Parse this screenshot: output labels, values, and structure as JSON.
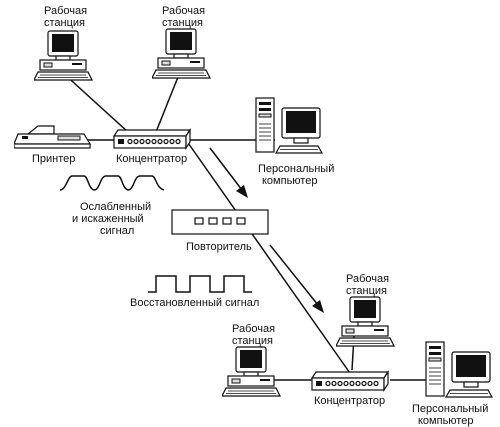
{
  "labels": {
    "ws_top_left_1": "Рабочая",
    "ws_top_left_2": "станция",
    "ws_top_mid_1": "Рабочая",
    "ws_top_mid_2": "станция",
    "printer": "Принтер",
    "hub_top": "Концентратор",
    "pc_top_1": "Персональный",
    "pc_top_2": "компьютер",
    "weak_signal_1": "Ослабленный",
    "weak_signal_2": "и искаженный",
    "weak_signal_3": "сигнал",
    "repeater": "Повторитель",
    "restored_signal": "Восстановленный сигнал",
    "ws_bot_left_1": "Рабочая",
    "ws_bot_left_2": "станция",
    "ws_bot_right_1": "Рабочая",
    "ws_bot_right_2": "станция",
    "hub_bottom": "Концентратор",
    "pc_bottom_1": "Персональный",
    "pc_bottom_2": "компьютер"
  },
  "icons": {
    "workstation": "workstation-icon",
    "personal_computer": "tower-pc-icon",
    "printer": "printer-icon",
    "hub": "hub-icon",
    "repeater": "repeater-icon"
  }
}
